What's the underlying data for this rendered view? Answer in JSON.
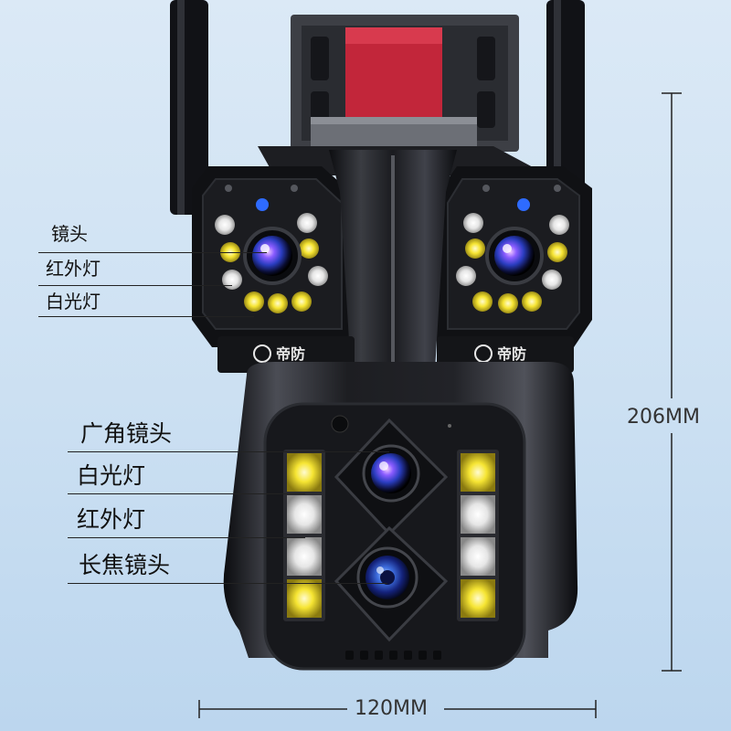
{
  "brand": {
    "logo_text": "帝防"
  },
  "labels_top": [
    {
      "text": "镜头"
    },
    {
      "text": "红外灯"
    },
    {
      "text": "白光灯"
    }
  ],
  "labels_bottom": [
    {
      "text": "广角镜头"
    },
    {
      "text": "白光灯"
    },
    {
      "text": "红外灯"
    },
    {
      "text": "长焦镜头"
    }
  ],
  "dimensions": {
    "height": "206MM",
    "width": "120MM"
  },
  "colors": {
    "body": "#17181c",
    "mount_red": "#c2263a",
    "led_yellow": "#f2e130",
    "led_white": "#f4f4f4",
    "background": "#cfe2f3"
  }
}
